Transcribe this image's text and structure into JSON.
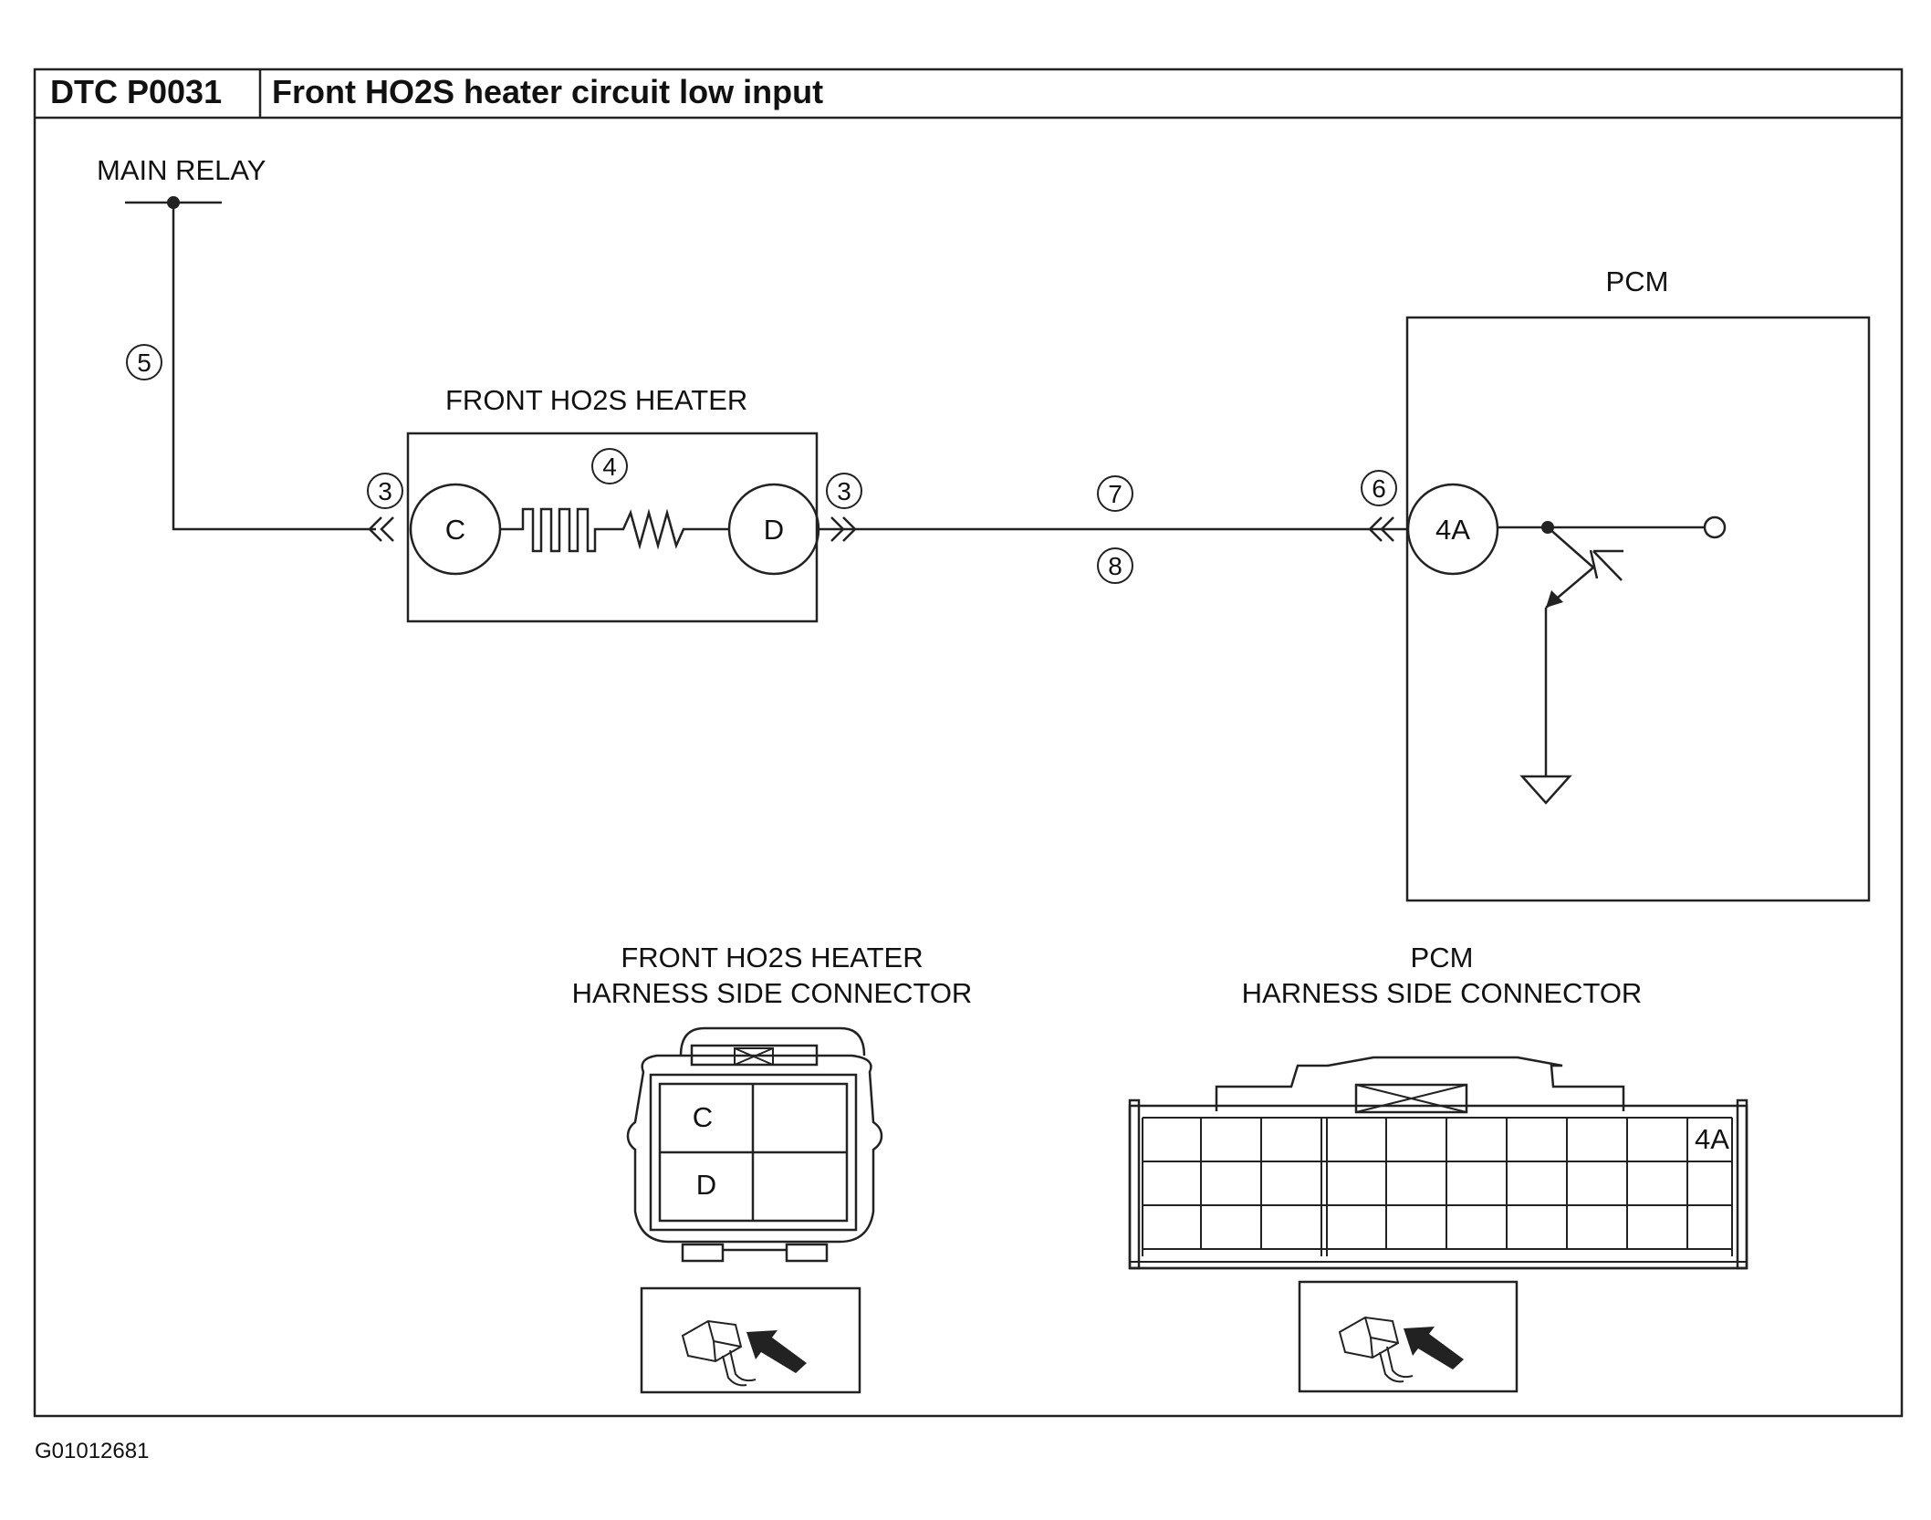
{
  "header": {
    "code": "DTC P0031",
    "title": "Front HO2S heater circuit low input"
  },
  "labels": {
    "main_relay": "MAIN RELAY",
    "heater": "FRONT HO2S HEATER",
    "pcm": "PCM",
    "heater_pin_c": "C",
    "heater_pin_d": "D",
    "pcm_pin": "4A"
  },
  "callouts": {
    "n3a": "3",
    "n3b": "3",
    "n4": "4",
    "n5": "5",
    "n6": "6",
    "n7": "7",
    "n8": "8"
  },
  "connectors": {
    "heater": {
      "title_line1": "FRONT HO2S HEATER",
      "title_line2": "HARNESS SIDE CONNECTOR",
      "pin_c": "C",
      "pin_d": "D"
    },
    "pcm": {
      "title_line1": "PCM",
      "title_line2": "HARNESS SIDE CONNECTOR",
      "pin": "4A"
    }
  },
  "footer": {
    "figure_id": "G01012681"
  }
}
